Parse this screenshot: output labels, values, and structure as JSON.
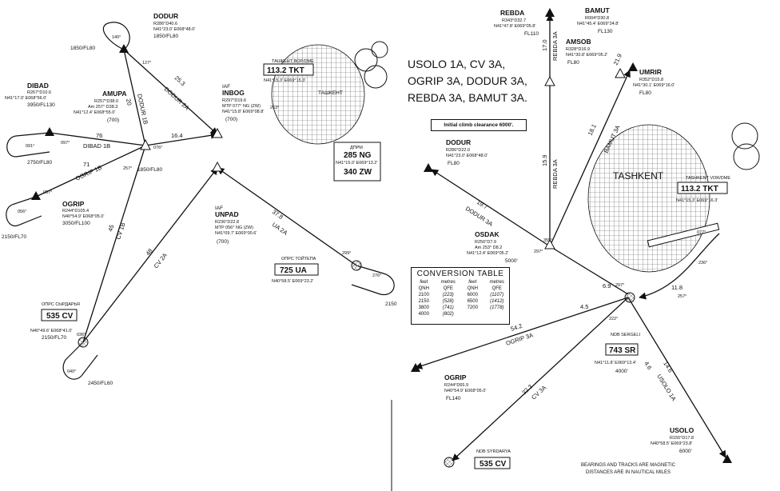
{
  "procedures_title": [
    "USOLO 1A, CV 3A,",
    "OGRIP 3A, DODUR 3A,",
    "REBDA 3A, BAMUT 3A."
  ],
  "initial_climb": "Initial climb clearance 6000'.",
  "conversion_table": {
    "title": "CONVERSION TABLE",
    "headers": [
      "feet",
      "metres",
      "feet",
      "metres"
    ],
    "subheaders": [
      "QNH",
      "QFE",
      "QNH",
      "QFE"
    ],
    "rows": [
      [
        "2100",
        "(223)",
        "6000",
        "(1107)"
      ],
      [
        "2150",
        "(528)",
        "6500",
        "(1412)"
      ],
      [
        "3800",
        "(741)",
        "7200",
        "(1778)"
      ],
      [
        "4000",
        "(802)",
        "",
        ""
      ]
    ]
  },
  "note": [
    "BEARINGS AND TRACKS ARE MAGNETIC",
    "DISTANCES ARE IN NAUTICAL MILES"
  ],
  "left_panel": {
    "dodur": {
      "name": "DODUR",
      "rd": "R286°D40.6",
      "coord": "N41°23.0' E068°48.0'",
      "alt": "1850/FL80"
    },
    "dibad": {
      "name": "DIBAD",
      "rd": "R267°D10.6",
      "coord": "N41°17.0' E068°56.0'",
      "alt": "3950/FL130"
    },
    "amupa": {
      "name": "AMUPA",
      "rd": "R257°D38.0",
      "am": "Am 257° D38.3",
      "coord": "N41°12.4' E068°55.0'",
      "alt": "(700)"
    },
    "inbog": {
      "name": "INBOG",
      "iaf": "IAF",
      "rd": "R297°D19.6",
      "mtp": "MTP 077° NG (ZW)",
      "coord": "N41°15.8' E069°08.8'",
      "alt": "(700)"
    },
    "ogrip": {
      "name": "OGRIP",
      "rd": "R244°D105.4",
      "coord": "N40°54.9' E068°05.0'",
      "alt": "3050/FL100"
    },
    "unpad": {
      "name": "UNPAD",
      "iaf": "IAF",
      "rd": "R236°D22.8",
      "mtp": "MTP 056° NG (ZW)",
      "coord": "N41°09.7' E069°00.6'",
      "alt": "(700)"
    },
    "syrdarya": {
      "name": "ОПРС СЫРДАРЬЯ",
      "freq": "535 CV",
      "coord": "N40°49.6' E068°41.0'",
      "alt": "2150/FL70"
    },
    "tuytepa": {
      "name": "ОПРС ТОЙТЕПА",
      "freq": "725 UA",
      "coord": "N40°58.5' E069°23.2'"
    },
    "tashkent_vor": {
      "name": "ТАШКЕНТ ВОР/DME",
      "freq": "113.2 TKT",
      "coord": "N41°15.3' E069°15.3'"
    },
    "dprm": {
      "name": "ДПРМ",
      "freq1": "285 NG",
      "freq2": "340 ZW",
      "coord": "N41°15.0' E069°13.2'"
    },
    "city": "ТАШКЕНТ",
    "holds": [
      "2750/FL80",
      "2150/FL70",
      "1850/FL80",
      "2450/FL60",
      "2150",
      "1850/FL80"
    ],
    "legs": [
      {
        "label": "DODUR 2A",
        "dist": "25.3"
      },
      {
        "label": "DODUR 1B",
        "dist": "20"
      },
      {
        "label": "DIBAD 1B",
        "dist": "76"
      },
      {
        "label": "OGRIP 1B",
        "dist": "71"
      },
      {
        "label": "CV 1B",
        "dist": "45"
      },
      {
        "label": "CV 2A",
        "dist": "48"
      },
      {
        "label": "UA 2A",
        "dist": "37.8"
      },
      {
        "label": "",
        "dist": "16.4"
      }
    ],
    "bearings": [
      "127°",
      "140°",
      "091°",
      "097°",
      "076°",
      "257°",
      "057°",
      "056°",
      "040°",
      "036°",
      "276°",
      "299°",
      "263°"
    ]
  },
  "right_panel": {
    "rebda": {
      "name": "REBDA",
      "rd": "R343°D32.7",
      "coord": "N41°47.8' E069°05.8'",
      "alt": "FL110",
      "route": "REBDA 3A",
      "dist": "17.0",
      "dist2": "15.9"
    },
    "bamut": {
      "name": "BAMUT",
      "rd": "R004°D30.8",
      "coord": "N41°45.4' E069°24.8'",
      "alt": "FL130",
      "route": "BAMUT 3A",
      "dist": "21.9",
      "dist2": "18.1"
    },
    "amsob": {
      "name": "AMSOB",
      "rd": "R328°D16.9",
      "coord": "N41°30.8' E069°05.2'",
      "alt": "FL80"
    },
    "umrir": {
      "name": "UMRIR",
      "rd": "R352°D15.8",
      "coord": "N41°30.1' E069°16.0'",
      "alt": "FL80"
    },
    "dodur": {
      "name": "DODUR",
      "rd": "R286°D22.0",
      "coord": "N41°23.0' E068°48.0'",
      "alt": "FL80",
      "route": "DODUR 3A",
      "dist": "19.7"
    },
    "osdak": {
      "name": "OSDAK",
      "rd": "R256°D7.9",
      "am": "Am 253° D8.2",
      "coord": "N41°12.4' E069°05.2'",
      "alt": "5000'"
    },
    "ogrip": {
      "name": "OGRIP",
      "rd": "R244°D65.9",
      "coord": "N40°54.9' E068°05.0'",
      "alt": "FL140",
      "route": "OGRIP 3A",
      "dist": "54.2"
    },
    "sergeli": {
      "name": "NDB SERGELI",
      "freq": "743 SR",
      "coord": "N41°11.8' E069°13.4'",
      "alt": "4000'"
    },
    "syrdarya": {
      "name": "NDB SYRDARYA",
      "freq": "535 CV"
    },
    "usolo": {
      "name": "USOLO",
      "rd": "R155°D17.8",
      "coord": "N40°58.5' E069°23.8'",
      "alt": "6000'",
      "route": "USOLO 1A",
      "dist": "14.6"
    },
    "tashkent_vor": {
      "name": "TASHKENT VOR/DME",
      "freq": "113.2 TKT",
      "coord": "N41°15.3' E069°16.3'"
    },
    "city": "TASHKENT",
    "legs": [
      {
        "label": "CV 3A",
        "dist": "32.3"
      },
      {
        "label": "",
        "dist": "4.5"
      },
      {
        "label": "",
        "dist": "6.9"
      },
      {
        "label": "",
        "dist": "11.8"
      },
      {
        "label": "",
        "dist": "4.6"
      }
    ],
    "bearings": [
      "355°",
      "297°",
      "297°",
      "257°",
      "222°",
      "236°",
      "077°"
    ]
  },
  "colors": {
    "ink": "#111111",
    "hatch": "#555555"
  }
}
